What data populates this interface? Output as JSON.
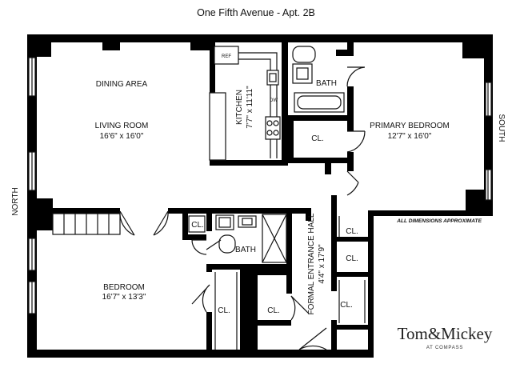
{
  "title": "One Fifth Avenue - Apt. 2B",
  "rooms": {
    "dining_area": "DINING AREA",
    "living_room": "LIVING ROOM",
    "living_room_dim": "16'6\" x 16'0\"",
    "kitchen": "KITCHEN",
    "kitchen_dim": "7'7\" x 11'11\"",
    "primary_bedroom": "PRIMARY BEDROOM",
    "primary_bedroom_dim": "12'7\" x 16'0\"",
    "bedroom": "BEDROOM",
    "bedroom_dim": "16'7\" x 13'3\"",
    "hall": "FORMAL ENTRANCE HALL",
    "hall_dim": "4'4\" x 17'9\"",
    "bath": "BATH",
    "closet": "CL."
  },
  "fixtures": {
    "ref": "REF",
    "dw": "DW"
  },
  "compass": {
    "north": "NORTH",
    "south": "SOUTH"
  },
  "note": "ALL DIMENSIONS APPROXIMATE",
  "brand": {
    "name": "Tom&Mickey",
    "sub": "AT COMPASS"
  }
}
